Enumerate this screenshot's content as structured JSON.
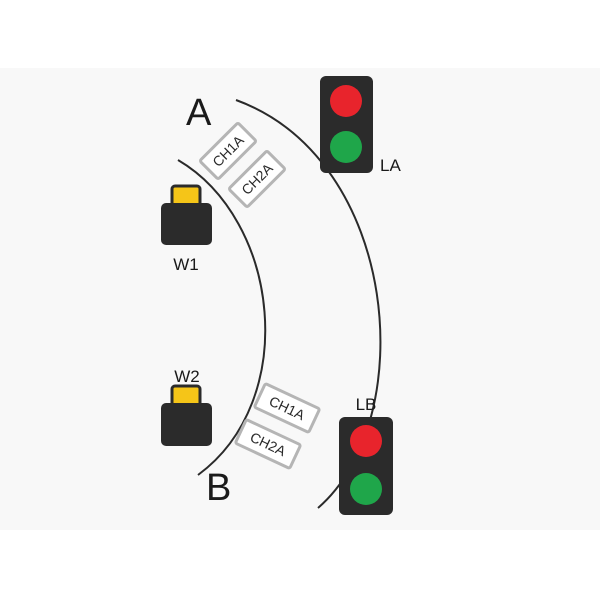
{
  "points": {
    "a": "A",
    "b": "B"
  },
  "lights": {
    "la": {
      "label": "LA",
      "top_color": "#e8242c",
      "bottom_color": "#1fa64a"
    },
    "lb": {
      "label": "LB",
      "top_color": "#e8242c",
      "bottom_color": "#1fa64a"
    }
  },
  "wheels": {
    "w1": {
      "label": "W1",
      "tab_color": "#f5c518"
    },
    "w2": {
      "label": "W2",
      "tab_color": "#f5c518"
    }
  },
  "sensors": {
    "top": {
      "ch1": "CH1A",
      "ch2": "CH2A"
    },
    "bottom": {
      "ch1": "CH1A",
      "ch2": "CH2A"
    }
  },
  "colors": {
    "track": "#2a2a2a",
    "housing": "#2b2b2b",
    "sensor_border": "#b5b5b5"
  }
}
